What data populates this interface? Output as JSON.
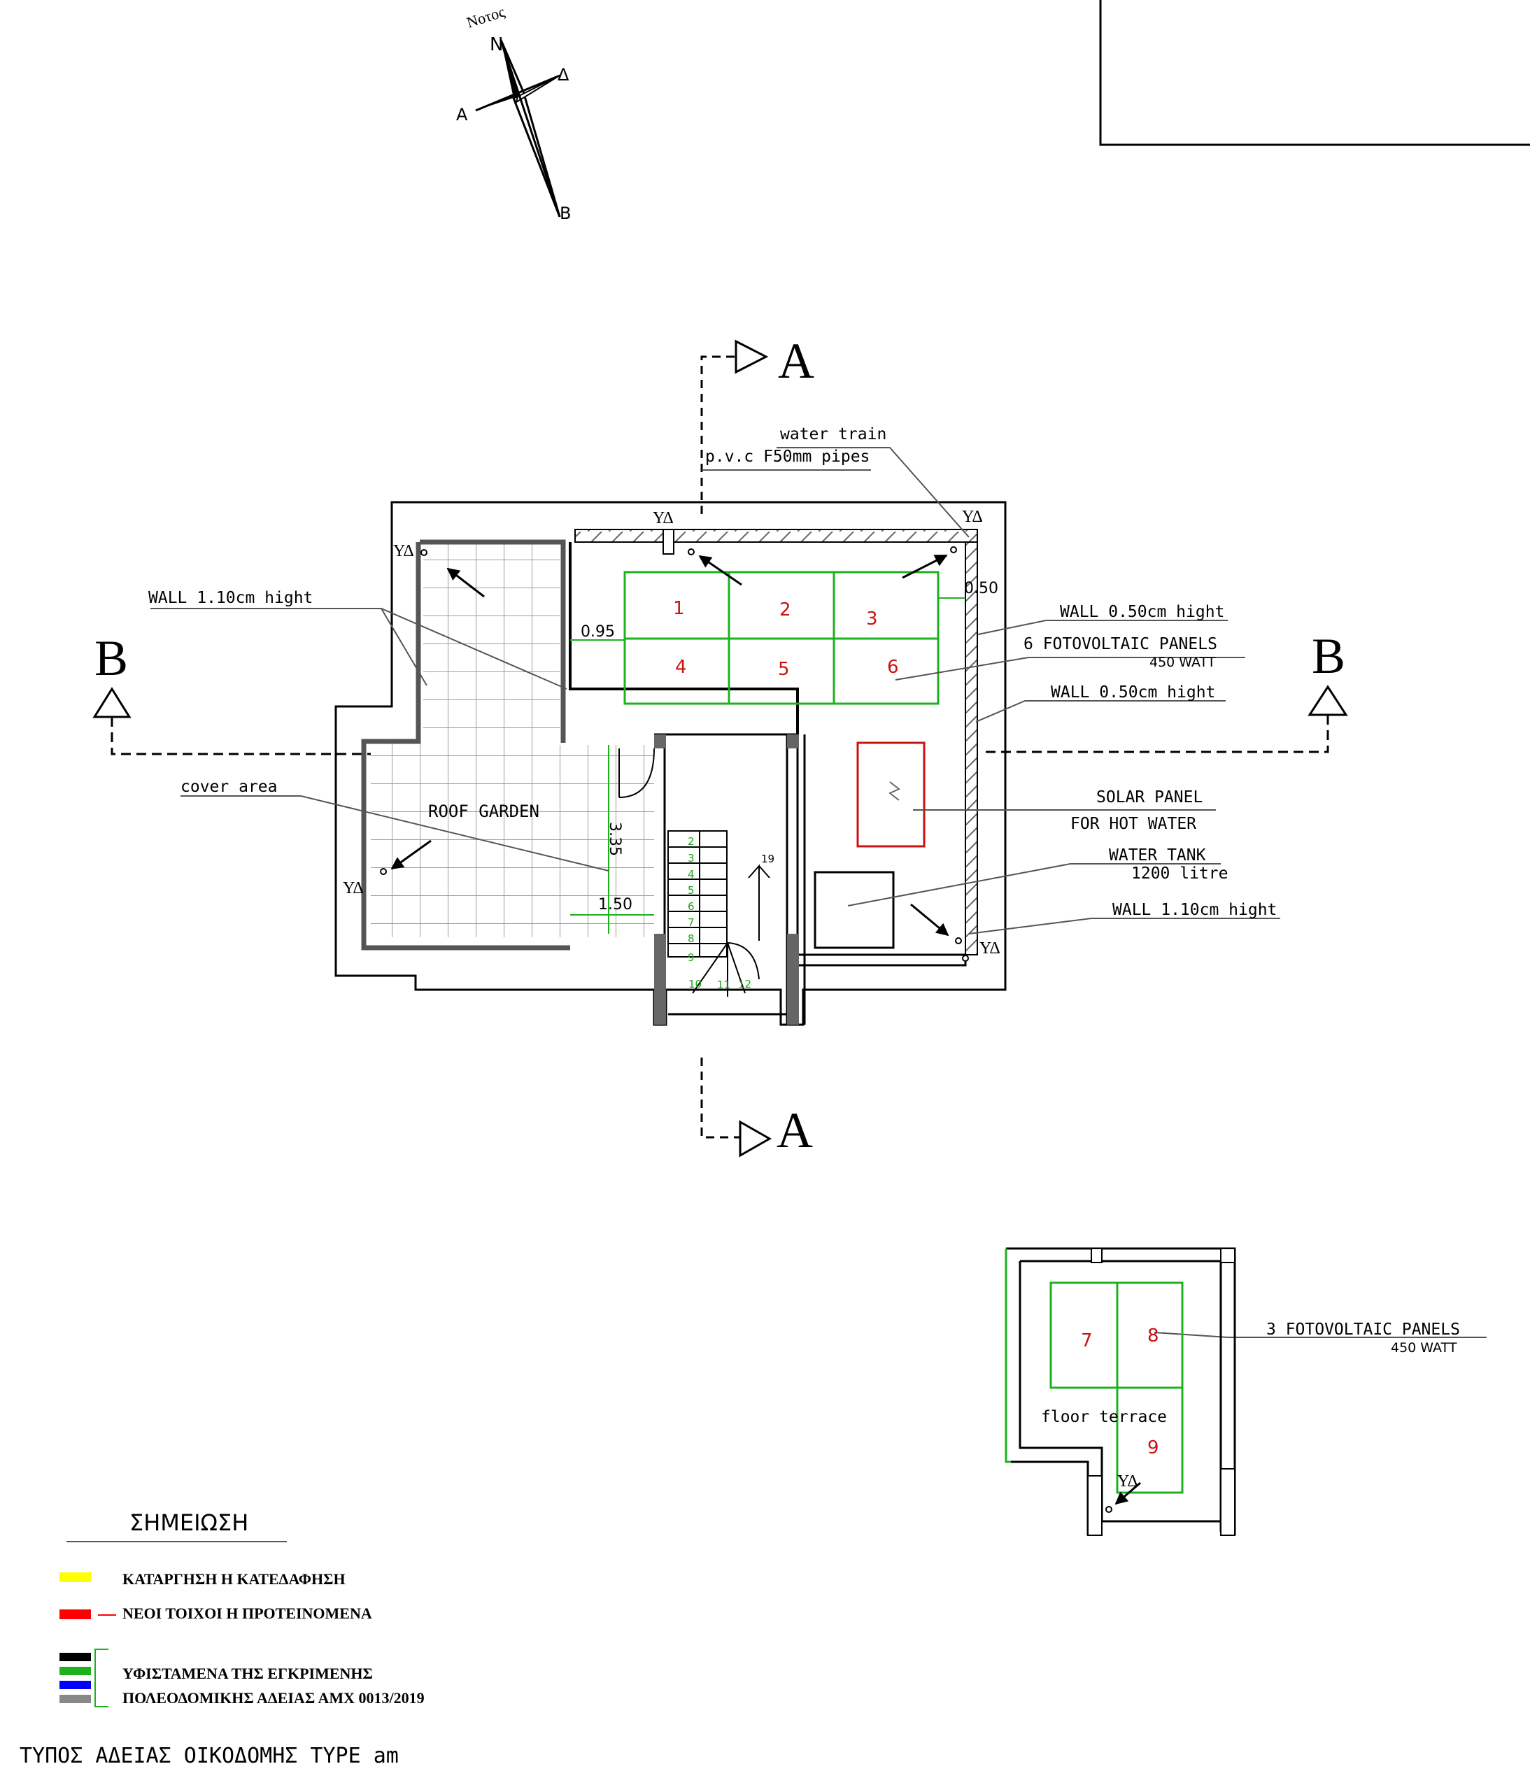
{
  "compass": {
    "top_label": "Νοτος",
    "n": "N",
    "e": "Δ",
    "w": "A",
    "s": "B"
  },
  "section_marks": {
    "a_top": "A",
    "a_bottom": "A",
    "b_left": "B",
    "b_right": "B"
  },
  "labels": {
    "water_train": "water train",
    "pipes": "p.v.c F50mm pipes",
    "wall_110_left": "WALL 1.10cm hight",
    "wall_050_top": "WALL 0.50cm hight",
    "panels_6": "6 FOTOVOLTAIC PANELS",
    "panels_6_watt": "450 WATT",
    "wall_050_mid": "WALL 0.50cm hight",
    "cover_area": "cover area",
    "roof_garden": "ROOF GARDEN",
    "solar_1": "SOLAR PANEL",
    "solar_2": "FOR HOT WATER",
    "tank_1": "WATER TANK",
    "tank_2": "1200 litre",
    "wall_110_right": "WALL 1.10cm hight",
    "panels_3": "3 FOTOVOLTAIC PANELS",
    "panels_3_watt": "450 WATT",
    "floor_terrace": "floor terrace"
  },
  "drain_marks": {
    "td1": "ΥΔ",
    "td2": "ΥΔ",
    "td3": "ΥΔ",
    "td4": "ΥΔ",
    "td5": "ΥΔ",
    "td6": "ΥΔ"
  },
  "dimensions": {
    "d095": "0.95",
    "d050": "0.50",
    "d335": "3.35",
    "d150": "1.50"
  },
  "panels": {
    "p1": "1",
    "p2": "2",
    "p3": "3",
    "p4": "4",
    "p5": "5",
    "p6": "6",
    "p7": "7",
    "p8": "8",
    "p9": "9"
  },
  "stairs": {
    "s2": "2",
    "s3": "3",
    "s4": "4",
    "s5": "5",
    "s6": "6",
    "s7": "7",
    "s8": "8",
    "s9": "9",
    "s10": "10",
    "s11": "11",
    "s12": "12",
    "s19": "19"
  },
  "legend": {
    "title": "ΣΗΜΕΙΩΣΗ",
    "item_yellow": "ΚΑΤΑΡΓΗΣΗ Η ΚΑΤΕΔΑΦΗΣΗ",
    "item_red": "ΝΕΟΙ ΤΟΙΧΟΙ Η ΠΡΟΤΕΙΝΟΜΕΝΑ",
    "item_group_1": "ΥΦΙΣΤΑΜΕΝΑ ΤΗΣ ΕΓΚΡΙΜΕΝΗΣ",
    "item_group_2": "ΠΟΛΕΟΔΟΜΙΚΗΣ ΑΔΕΙΑΣ ΑΜΧ 0013/2019",
    "colors": {
      "yellow": "#ffff00",
      "red": "#ff0000",
      "black": "#000000",
      "green": "#1db21d",
      "blue": "#0000ff",
      "grey": "#888888"
    }
  },
  "footer": "ΤΥΠΟΣ ΑΔΕΙΑΣ ΟΙΚΟΔΟΜΗΣ TYPE am"
}
